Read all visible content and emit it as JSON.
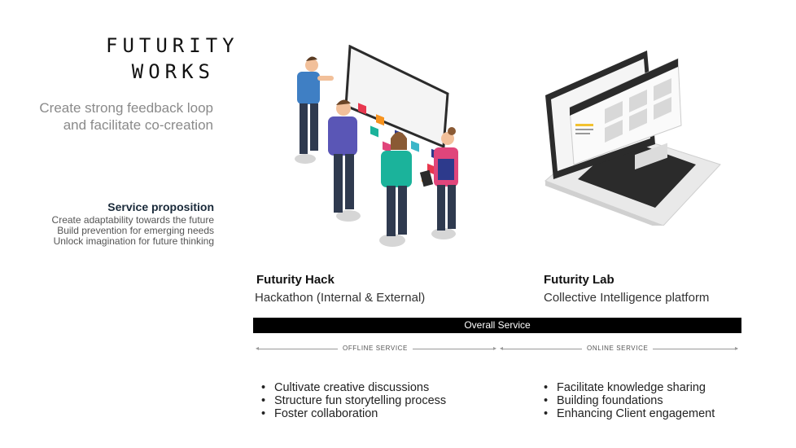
{
  "brand": {
    "line1": "FUTURITY",
    "line2": "WORKS"
  },
  "tagline": "Create strong feedback loop and facilitate co-creation",
  "service_proposition": {
    "title": "Service proposition",
    "lines": [
      "Create adaptability towards the future",
      "Build prevention for emerging needs",
      "Unlock imagination for future thinking"
    ]
  },
  "products": [
    {
      "title": "Futurity Hack",
      "subtitle": "Hackathon (Internal & External)"
    },
    {
      "title": "Futurity Lab",
      "subtitle": "Collective Intelligence platform"
    }
  ],
  "overall_service": "Overall Service",
  "service_types": {
    "offline": "OFFLINE SERVICE",
    "online": "ONLINE SERVICE"
  },
  "offline_bullets": [
    "Cultivate creative discussions",
    "Structure fun storytelling process",
    "Foster collaboration"
  ],
  "online_bullets": [
    "Facilitate knowledge sharing",
    "Building foundations",
    "Enhancing Client engagement"
  ],
  "colors": {
    "board_notes": [
      "#e8384f",
      "#f7931e",
      "#1bb39b",
      "#2d3a8c",
      "#e0457b",
      "#3cb6c9"
    ]
  },
  "icons": {
    "hack": "hackathon-people-illustration",
    "lab": "laptop-platform-illustration"
  }
}
